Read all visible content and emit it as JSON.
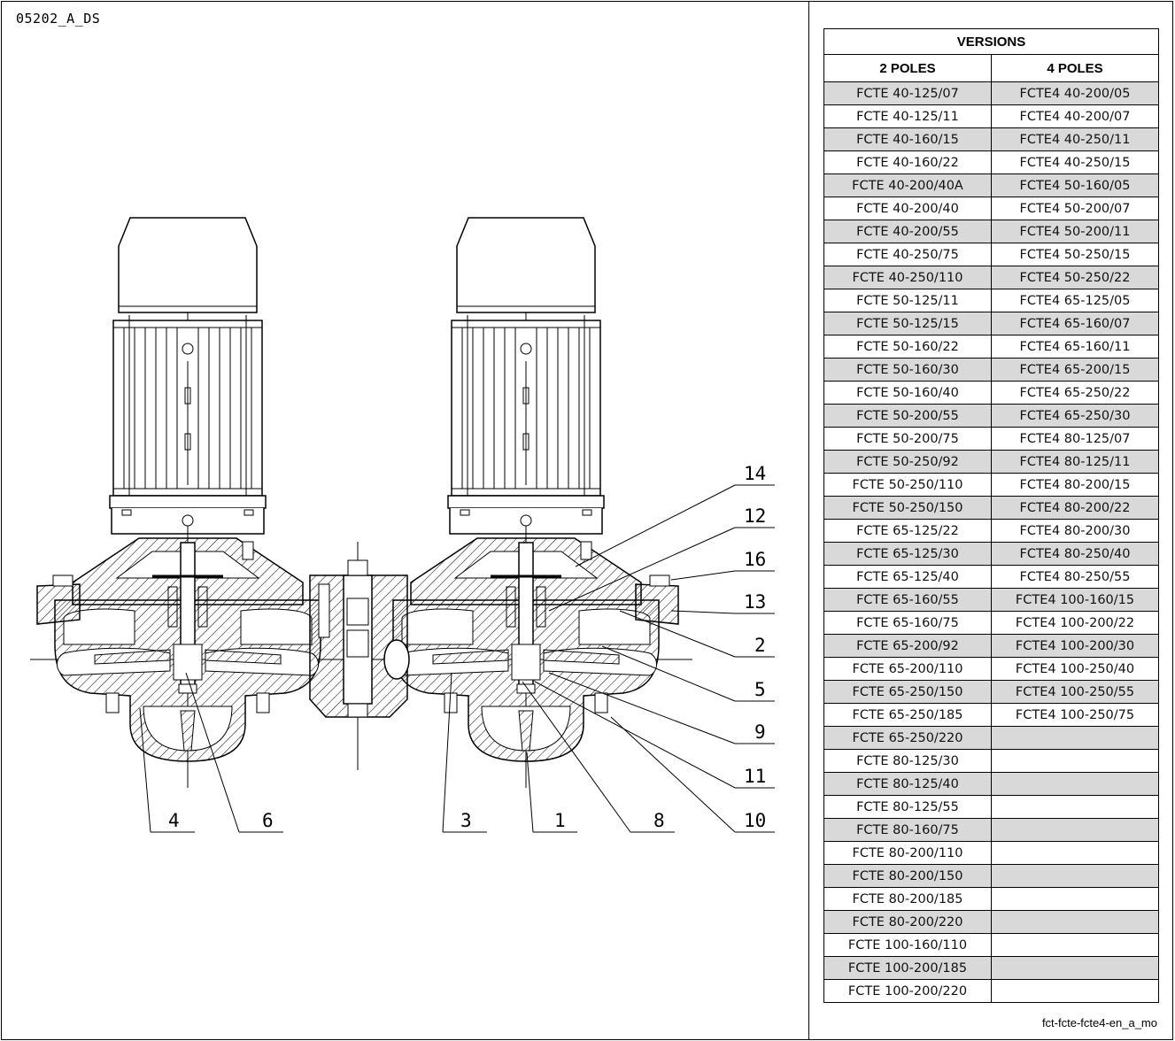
{
  "drawing_code": "05202_A_DS",
  "footer_code": "fct-fcte-fcte4-en_a_mo",
  "callouts": {
    "c14": "14",
    "c12": "12",
    "c16": "16",
    "c13": "13",
    "c2": "2",
    "c5": "5",
    "c9": "9",
    "c11": "11",
    "c10": "10",
    "c4": "4",
    "c6": "6",
    "c3": "3",
    "c1": "1",
    "c8": "8"
  },
  "table": {
    "title": "VERSIONS",
    "col1": "2 POLES",
    "col2": "4 POLES",
    "rows": [
      [
        "FCTE 40-125/07",
        "FCTE4 40-200/05"
      ],
      [
        "FCTE 40-125/11",
        "FCTE4 40-200/07"
      ],
      [
        "FCTE 40-160/15",
        "FCTE4 40-250/11"
      ],
      [
        "FCTE 40-160/22",
        "FCTE4 40-250/15"
      ],
      [
        "FCTE 40-200/40A",
        "FCTE4 50-160/05"
      ],
      [
        "FCTE 40-200/40",
        "FCTE4 50-200/07"
      ],
      [
        "FCTE 40-200/55",
        "FCTE4 50-200/11"
      ],
      [
        "FCTE 40-250/75",
        "FCTE4 50-250/15"
      ],
      [
        "FCTE 40-250/110",
        "FCTE4 50-250/22"
      ],
      [
        "FCTE 50-125/11",
        "FCTE4 65-125/05"
      ],
      [
        "FCTE 50-125/15",
        "FCTE4 65-160/07"
      ],
      [
        "FCTE 50-160/22",
        "FCTE4 65-160/11"
      ],
      [
        "FCTE 50-160/30",
        "FCTE4 65-200/15"
      ],
      [
        "FCTE 50-160/40",
        "FCTE4 65-250/22"
      ],
      [
        "FCTE 50-200/55",
        "FCTE4 65-250/30"
      ],
      [
        "FCTE 50-200/75",
        "FCTE4 80-125/07"
      ],
      [
        "FCTE 50-250/92",
        "FCTE4 80-125/11"
      ],
      [
        "FCTE 50-250/110",
        "FCTE4 80-200/15"
      ],
      [
        "FCTE 50-250/150",
        "FCTE4 80-200/22"
      ],
      [
        "FCTE 65-125/22",
        "FCTE4 80-200/30"
      ],
      [
        "FCTE 65-125/30",
        "FCTE4 80-250/40"
      ],
      [
        "FCTE 65-125/40",
        "FCTE4 80-250/55"
      ],
      [
        "FCTE 65-160/55",
        "FCTE4 100-160/15"
      ],
      [
        "FCTE 65-160/75",
        "FCTE4 100-200/22"
      ],
      [
        "FCTE 65-200/92",
        "FCTE4 100-200/30"
      ],
      [
        "FCTE 65-200/110",
        "FCTE4 100-250/40"
      ],
      [
        "FCTE 65-250/150",
        "FCTE4 100-250/55"
      ],
      [
        "FCTE 65-250/185",
        "FCTE4 100-250/75"
      ],
      [
        "FCTE 65-250/220",
        ""
      ],
      [
        "FCTE 80-125/30",
        ""
      ],
      [
        "FCTE 80-125/40",
        ""
      ],
      [
        "FCTE 80-125/55",
        ""
      ],
      [
        "FCTE 80-160/75",
        ""
      ],
      [
        "FCTE 80-200/110",
        ""
      ],
      [
        "FCTE 80-200/150",
        ""
      ],
      [
        "FCTE 80-200/185",
        ""
      ],
      [
        "FCTE 80-200/220",
        ""
      ],
      [
        "FCTE 100-160/110",
        ""
      ],
      [
        "FCTE 100-200/185",
        ""
      ],
      [
        "FCTE 100-200/220",
        ""
      ]
    ]
  }
}
